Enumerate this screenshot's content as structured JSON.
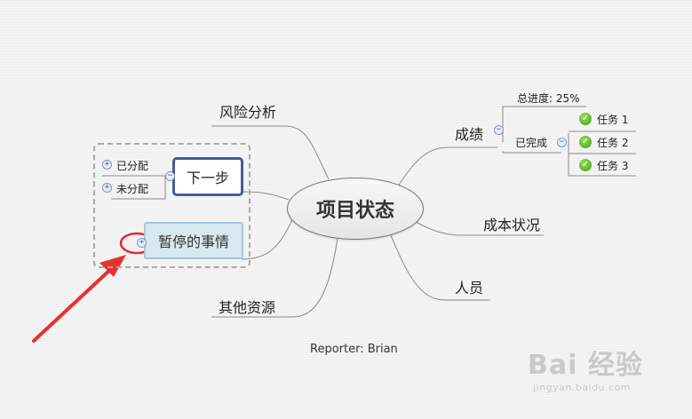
{
  "mindmap": {
    "center": "项目状态",
    "branches": {
      "risk": "风险分析",
      "results": "成绩",
      "cost": "成本状况",
      "people": "人员",
      "resources": "其他资源",
      "next_step": "下一步",
      "paused": "暂停的事情"
    },
    "results_children": {
      "progress": "总进度: 25%",
      "completed": "已完成",
      "tasks": [
        "任务 1",
        "任务 2",
        "任务 3"
      ]
    },
    "next_step_children": {
      "assigned": "已分配",
      "unassigned": "未分配"
    },
    "footer": "Reporter: Brian"
  },
  "controls": {
    "collapse_symbol": "−",
    "expand_symbol": "+",
    "check_symbol": "✓"
  },
  "annotation": {
    "arrow_color": "#e8312f",
    "circle_color": "#d9302c"
  },
  "watermark": {
    "brand": "Bai 经验",
    "url": "jingyan.baidu.com"
  },
  "colors": {
    "accent_border": "#3f5f91",
    "highlight_fill": "#d7e8f1",
    "task_check": "#4caf1d"
  }
}
